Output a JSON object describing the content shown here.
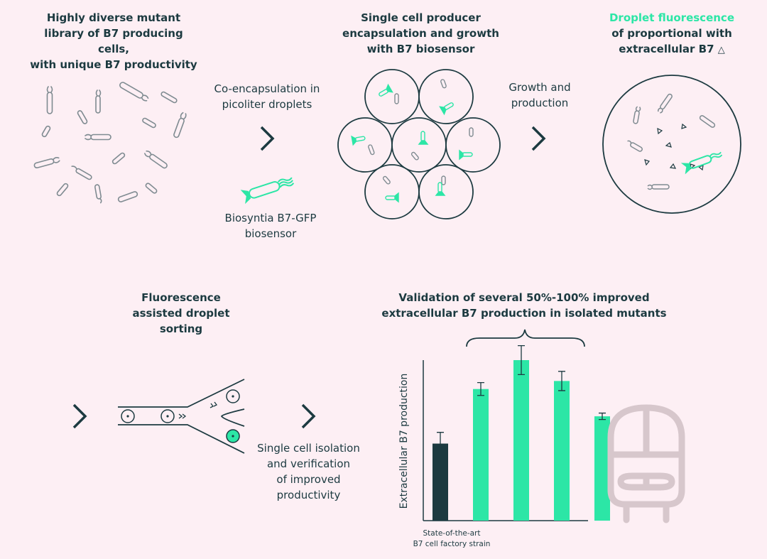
{
  "step1": {
    "title_lines": [
      "Highly diverse mutant",
      "library of B7 producing cells,",
      "with unique B7 productivity"
    ]
  },
  "step2": {
    "arrow_label_lines": [
      "Co-encapsulation in",
      "picoliter droplets"
    ],
    "biosensor_label_lines": [
      "Biosyntia B7-GFP",
      "biosensor"
    ]
  },
  "step3": {
    "title_lines": [
      "Single cell producer",
      "encapsulation and growth",
      "with B7 biosensor"
    ],
    "arrow_label_lines": [
      "Growth and",
      "production"
    ]
  },
  "step4": {
    "title_highlight": "Droplet fluorescence",
    "title_lines": [
      "of proportional with",
      "extracellular B7"
    ],
    "b7_symbol": "△"
  },
  "step5": {
    "title_lines": [
      "Fluorescence",
      "assisted droplet",
      "sorting"
    ],
    "arrow_label_lines": [
      "Single cell isolation",
      "and verification",
      "of improved",
      "productivity"
    ]
  },
  "step6": {
    "title_lines": [
      "Validation of several 50%-100% improved",
      "extracellular B7 production in isolated mutants"
    ]
  },
  "colors": {
    "background": "#fdeff4",
    "dark": "#1c3a40",
    "accent_green": "#2ce6a6",
    "cell_grey": "#7f8b91"
  },
  "chart_data": {
    "type": "bar",
    "ylabel": "Extracellular B7 production",
    "xlabel_lines": [
      "State-of-the-art",
      "B7 cell factory strain"
    ],
    "categories": [
      "State-of-the-art B7 cell factory strain",
      "",
      "",
      "",
      ""
    ],
    "values": [
      48,
      82,
      100,
      87,
      65
    ],
    "errors": [
      7,
      4,
      9,
      6,
      2
    ],
    "bar_colors": [
      "#1c3a40",
      "#2ce6a6",
      "#2ce6a6",
      "#2ce6a6",
      "#2ce6a6"
    ],
    "ylim": [
      0,
      100
    ],
    "grid": false
  }
}
